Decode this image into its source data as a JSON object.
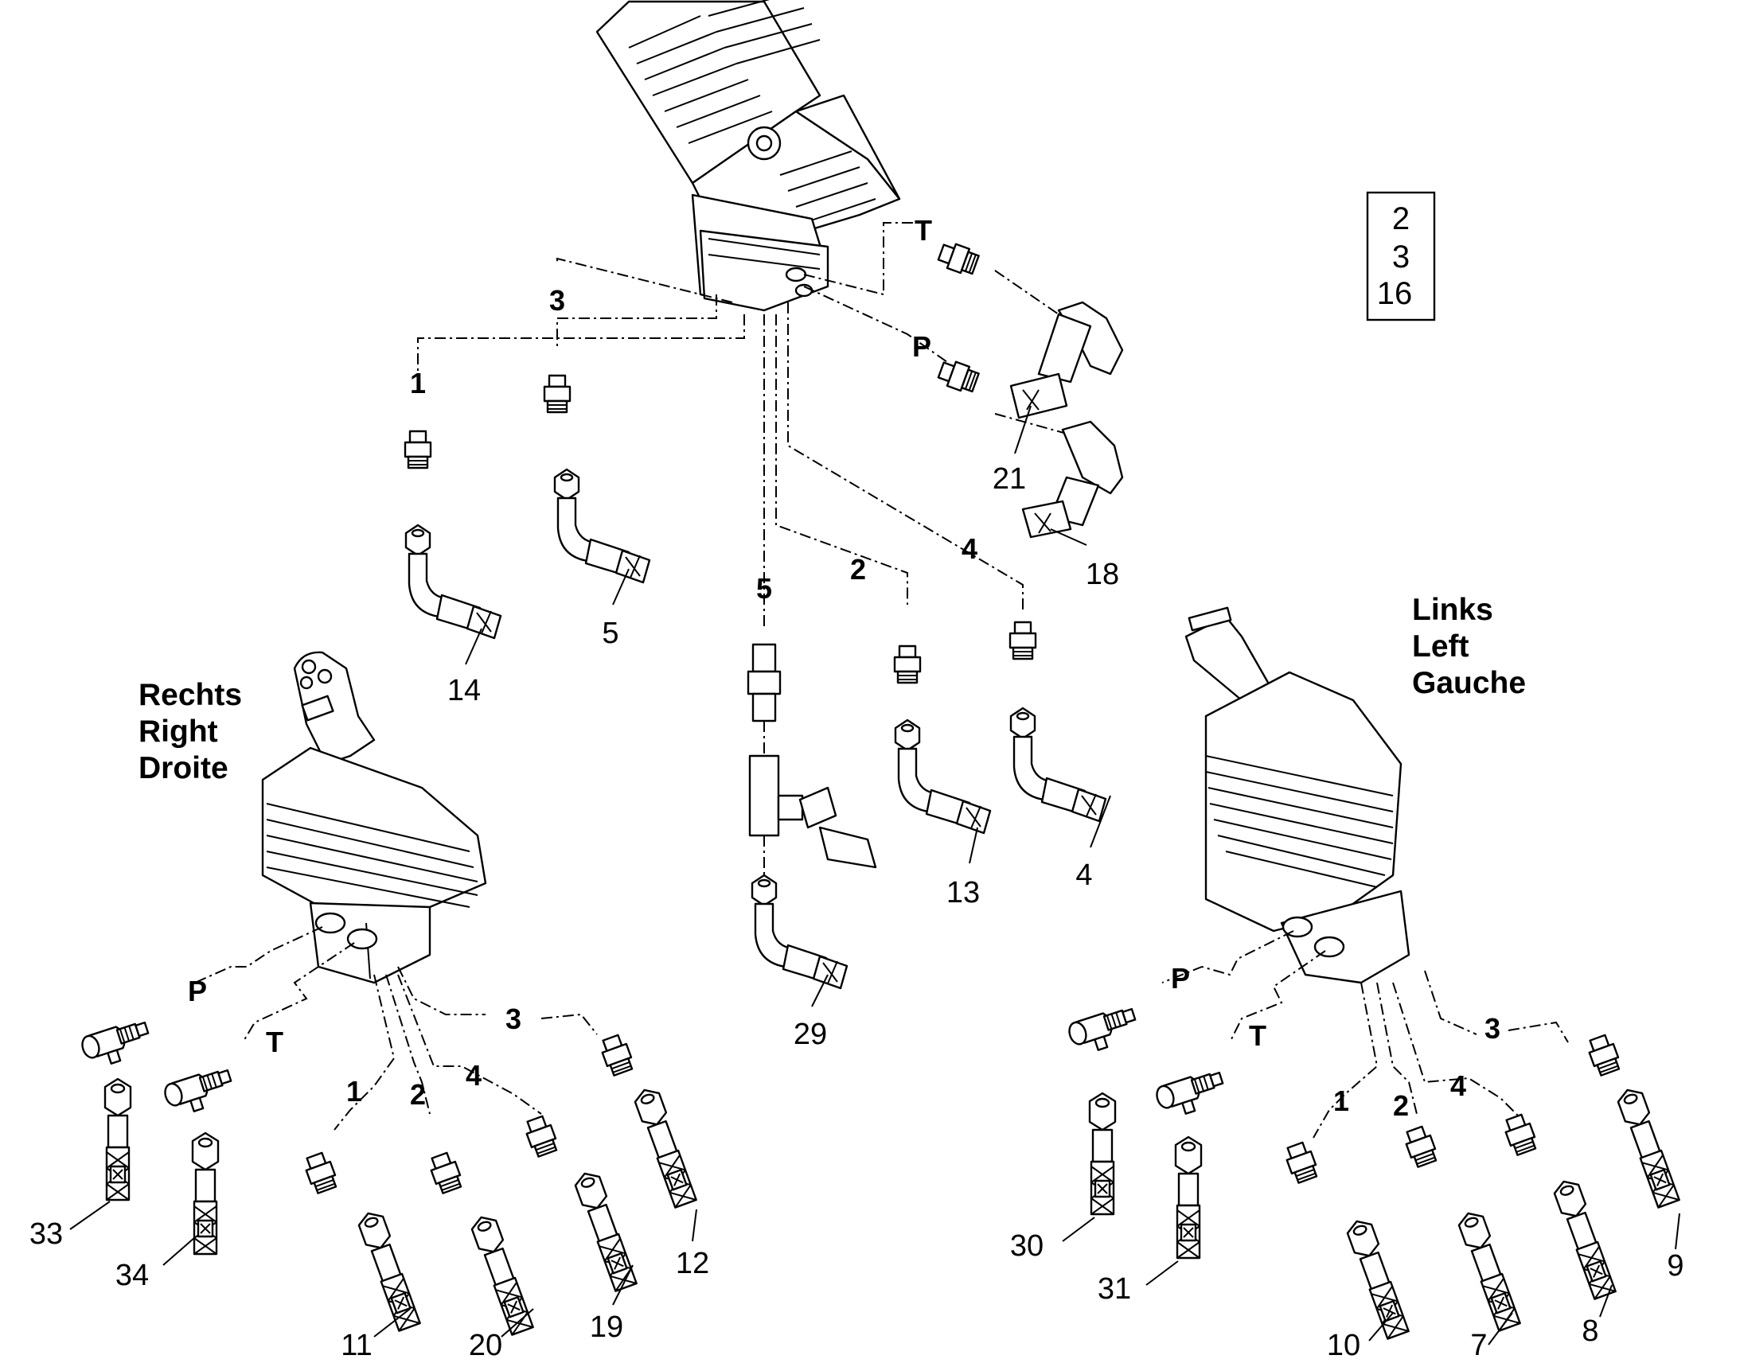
{
  "ref_box": [
    "2",
    "3",
    "16"
  ],
  "side_labels": {
    "right": [
      "Rechts",
      "Right",
      "Droite"
    ],
    "left": [
      "Links",
      "Left",
      "Gauche"
    ]
  },
  "port_labels": {
    "pedal": {
      "T": "T",
      "P": "P",
      "p3": "3",
      "p1": "1",
      "p5": "5",
      "p2": "2",
      "p4": "4"
    },
    "right": {
      "P": "P",
      "T": "T",
      "p3": "3",
      "p1": "1",
      "p2": "2",
      "p4": "4"
    },
    "left": {
      "P": "P",
      "T": "T",
      "p3": "3",
      "p1": "1",
      "p2": "2",
      "p4": "4"
    }
  },
  "part_numbers": {
    "n21": "21",
    "n18": "18",
    "n5": "5",
    "n14": "14",
    "n13": "13",
    "n4": "4",
    "n29": "29",
    "n33": "33",
    "n34": "34",
    "n11": "11",
    "n20": "20",
    "n19": "19",
    "n12": "12",
    "n30": "30",
    "n31": "31",
    "n10": "10",
    "n7": "7",
    "n8": "8",
    "n9": "9"
  }
}
